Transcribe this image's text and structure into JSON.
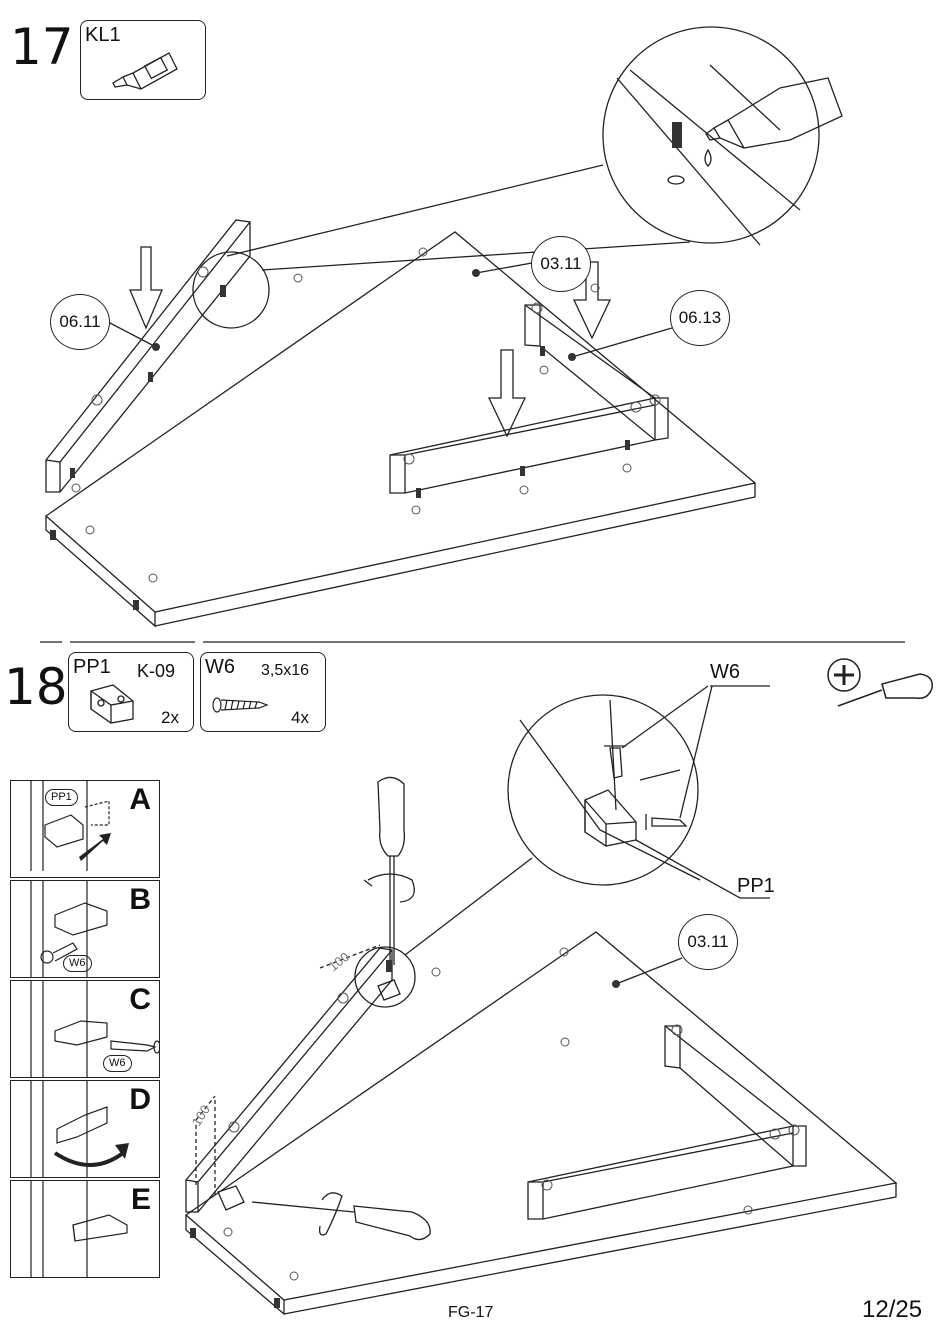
{
  "steps": [
    {
      "number": "17",
      "parts": [
        {
          "code": "KL1"
        }
      ],
      "callouts": [
        "06.11",
        "03.11",
        "06.13"
      ]
    },
    {
      "number": "18",
      "parts": [
        {
          "code": "PP1",
          "ref": "K-09",
          "qty": "2x"
        },
        {
          "code": "W6",
          "size": "3,5x16",
          "qty": "4x"
        }
      ],
      "callouts": [
        "03.11"
      ],
      "detail_labels": {
        "screw": "W6",
        "bracket": "PP1"
      },
      "dimensions": [
        "100",
        "100"
      ],
      "substeps": [
        {
          "letter": "A",
          "tag": "PP1"
        },
        {
          "letter": "B",
          "tag": "W6"
        },
        {
          "letter": "C",
          "tag": "W6"
        },
        {
          "letter": "D"
        },
        {
          "letter": "E"
        }
      ]
    }
  ],
  "icons": [
    "glue-bottle-icon",
    "screwdriver-plus-icon",
    "screw-icon",
    "bracket-icon"
  ],
  "footer": {
    "code": "FG-17",
    "page": "12/25"
  }
}
